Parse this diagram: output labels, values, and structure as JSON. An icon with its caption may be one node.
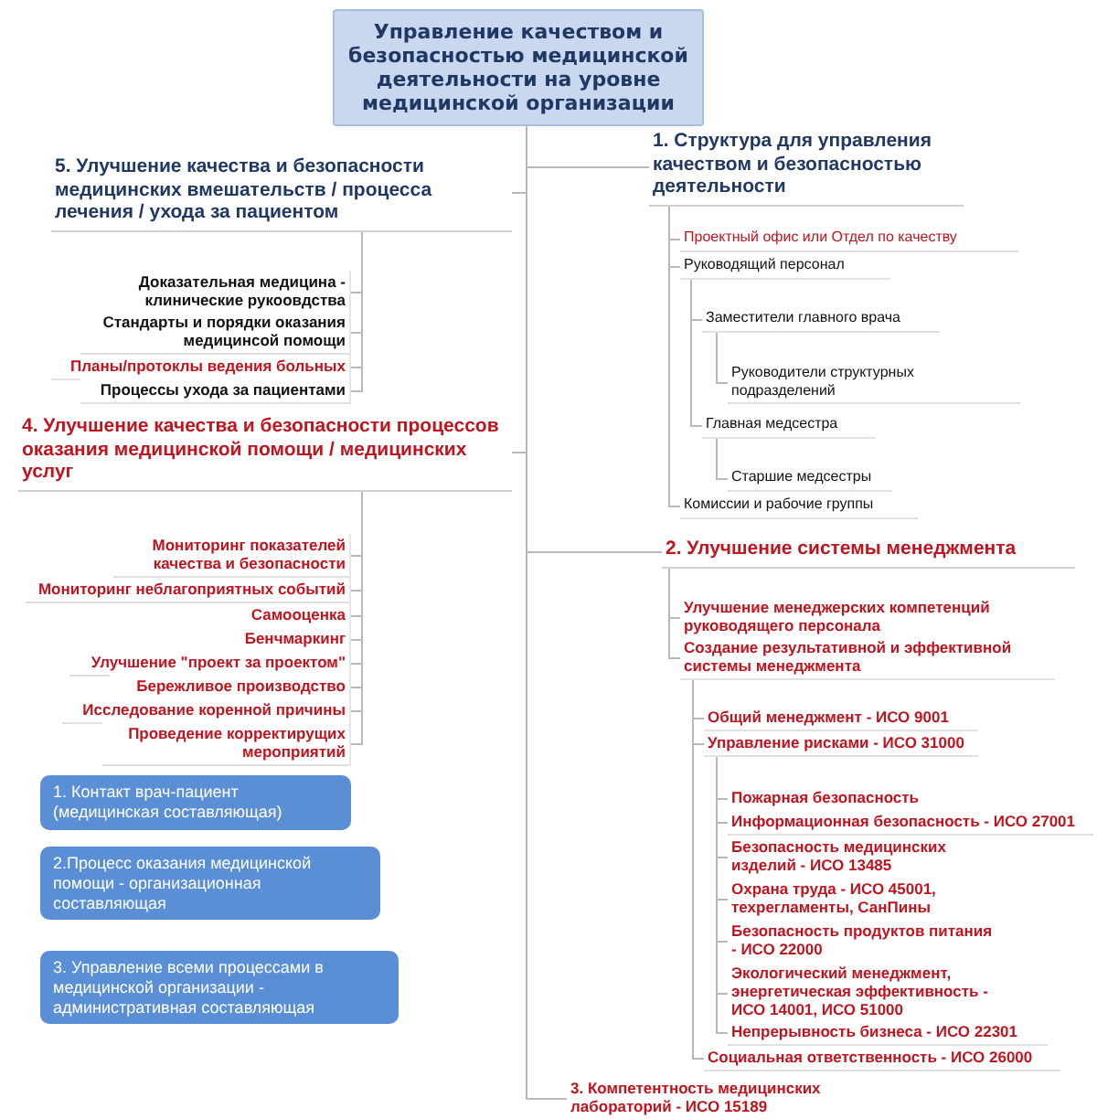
{
  "diagram": {
    "nodes": [
      {
        "text": [
          "Управление качеством и безопасностью медицинской деятельности на уровне медицинской организации"
        ]
      },
      {
        "text": [
          "1. Структура для управления качеством и безопасностью деятельности"
        ]
      },
      {
        "text": [
          "Проектный офис или Отдел по качеству"
        ]
      },
      {
        "text": [
          "Руководящий персонал"
        ]
      },
      {
        "text": [
          "Заместители главного врача"
        ]
      },
      {
        "text": [
          "Руководители структурных подразделений"
        ]
      },
      {
        "text": [
          "Главная медсестра"
        ]
      },
      {
        "text": [
          "Старшие медсестры"
        ]
      },
      {
        "text": [
          "Комиссии и рабочие группы"
        ]
      },
      {
        "text": [
          "2. Улучшение системы менеджмента"
        ]
      },
      {
        "text": [
          "Улучшение менеджерских компетенций руководящего персонала"
        ]
      },
      {
        "text": [
          "Создание результативной и эффективной системы менеджмента"
        ]
      },
      {
        "text": [
          "Общий менеджмент - ИСО 9001"
        ]
      },
      {
        "text": [
          "Управление рисками - ИСО 31000"
        ]
      },
      {
        "text": [
          "Пожарная безопасность"
        ]
      },
      {
        "text": [
          "Информационная безопасность - ИСО 27001"
        ]
      },
      {
        "text": [
          "Безопасность медицинских изделий - ИСО 13485"
        ]
      },
      {
        "text": [
          "Охрана труда - ИСО 45001, техрегламенты, СанПины"
        ]
      },
      {
        "text": [
          "Безопасность продуктов питания - ИСО 22000"
        ]
      },
      {
        "text": [
          "Экологический менеджмент, энергетическая эффективность - ИСО 14001, ИСО 51000"
        ]
      },
      {
        "text": [
          "Непрерывность бизнеса - ИСО 22301"
        ]
      },
      {
        "text": [
          "Социальная ответственность - ИСО 26000"
        ]
      },
      {
        "text": [
          "3. Компетентность медицинских лабораторий - ИСО 15189"
        ]
      },
      {
        "text": [
          "4. Улучшение качества и безопасности процессов оказания медицинской помощи / медицинских услуг"
        ]
      },
      {
        "text": [
          "Мониторинг показателей качества и безопасности"
        ]
      },
      {
        "text": [
          "Мониторинг неблагоприятных событий"
        ]
      },
      {
        "text": [
          "Самооценка"
        ]
      },
      {
        "text": [
          "Бенчмаркинг"
        ]
      },
      {
        "text": [
          "Улучшение \"проект за проектом\""
        ]
      },
      {
        "text": [
          "Бережливое производство"
        ]
      },
      {
        "text": [
          "Исследование коренной причины"
        ]
      },
      {
        "text": [
          "Проведение корректирущих мероприятий"
        ]
      },
      {
        "text": [
          "5. Улучшение качества и безопасности медицинских вмешательств / процесса лечения / ухода за пациентом"
        ]
      },
      {
        "text": [
          "Доказательная медицина - клинические рукоовдства"
        ]
      },
      {
        "text": [
          "Стандарты и порядки оказания медицинсой помощи"
        ]
      },
      {
        "text": [
          "Планы/протоклы ведения больных"
        ]
      },
      {
        "text": [
          "Процессы ухода за пациентами"
        ]
      },
      {
        "text": [
          "1. Контакт врач-пациент (медицинская составляющая)"
        ]
      },
      {
        "text": [
          "2.Процесс оказания медицинской помощи - организационная составляющая"
        ]
      },
      {
        "text": [
          "3. Управление всеми процессами в медицинской организации - административная составляющая"
        ]
      }
    ],
    "edges": [
      {
        "from": 0,
        "to": 1,
        "arrow": "none"
      },
      {
        "from": 1,
        "to": 2,
        "arrow": "none"
      },
      {
        "from": 1,
        "to": 3,
        "arrow": "none"
      },
      {
        "from": 3,
        "to": 4,
        "arrow": "none"
      },
      {
        "from": 4,
        "to": 5,
        "arrow": "none"
      },
      {
        "from": 3,
        "to": 6,
        "arrow": "none"
      },
      {
        "from": 6,
        "to": 7,
        "arrow": "none"
      },
      {
        "from": 1,
        "to": 8,
        "arrow": "none"
      },
      {
        "from": 0,
        "to": 9,
        "arrow": "none"
      },
      {
        "from": 9,
        "to": 10,
        "arrow": "none"
      },
      {
        "from": 9,
        "to": 11,
        "arrow": "none"
      },
      {
        "from": 11,
        "to": 12,
        "arrow": "none"
      },
      {
        "from": 11,
        "to": 13,
        "arrow": "none"
      },
      {
        "from": 13,
        "to": 14,
        "arrow": "none"
      },
      {
        "from": 13,
        "to": 15,
        "arrow": "none"
      },
      {
        "from": 13,
        "to": 16,
        "arrow": "none"
      },
      {
        "from": 13,
        "to": 17,
        "arrow": "none"
      },
      {
        "from": 13,
        "to": 18,
        "arrow": "none"
      },
      {
        "from": 13,
        "to": 19,
        "arrow": "none"
      },
      {
        "from": 13,
        "to": 20,
        "arrow": "none"
      },
      {
        "from": 11,
        "to": 21,
        "arrow": "none"
      },
      {
        "from": 0,
        "to": 22,
        "arrow": "none"
      },
      {
        "from": 0,
        "to": 23,
        "arrow": "none"
      },
      {
        "from": 23,
        "to": 24,
        "arrow": "none"
      },
      {
        "from": 23,
        "to": 25,
        "arrow": "none"
      },
      {
        "from": 23,
        "to": 26,
        "arrow": "none"
      },
      {
        "from": 23,
        "to": 27,
        "arrow": "none"
      },
      {
        "from": 23,
        "to": 28,
        "arrow": "none"
      },
      {
        "from": 23,
        "to": 29,
        "arrow": "none"
      },
      {
        "from": 23,
        "to": 30,
        "arrow": "none"
      },
      {
        "from": 23,
        "to": 31,
        "arrow": "none"
      },
      {
        "from": 0,
        "to": 32,
        "arrow": "none"
      },
      {
        "from": 32,
        "to": 33,
        "arrow": "none"
      },
      {
        "from": 32,
        "to": 34,
        "arrow": "none"
      },
      {
        "from": 32,
        "to": 35,
        "arrow": "none"
      },
      {
        "from": 32,
        "to": 36,
        "arrow": "none"
      }
    ]
  }
}
